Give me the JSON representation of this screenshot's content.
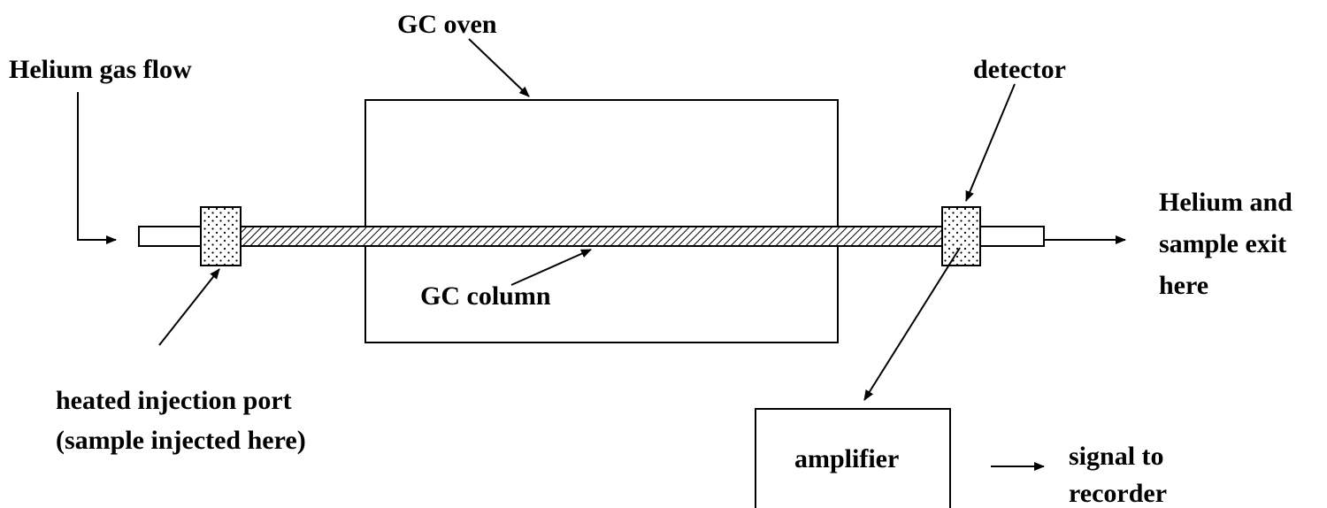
{
  "diagram": {
    "labels": {
      "helium_in": "Helium gas flow",
      "gc_oven": "GC oven",
      "detector": "detector",
      "helium_out_1": "Helium and",
      "helium_out_2": "sample exit",
      "helium_out_3": "here",
      "gc_column": "GC column",
      "injection_1": "heated injection port",
      "injection_2": "(sample injected here)",
      "amplifier": "amplifier",
      "signal_1": "signal to",
      "signal_2": "recorder"
    },
    "colors": {
      "stroke": "#000000",
      "background": "#ffffff"
    }
  }
}
